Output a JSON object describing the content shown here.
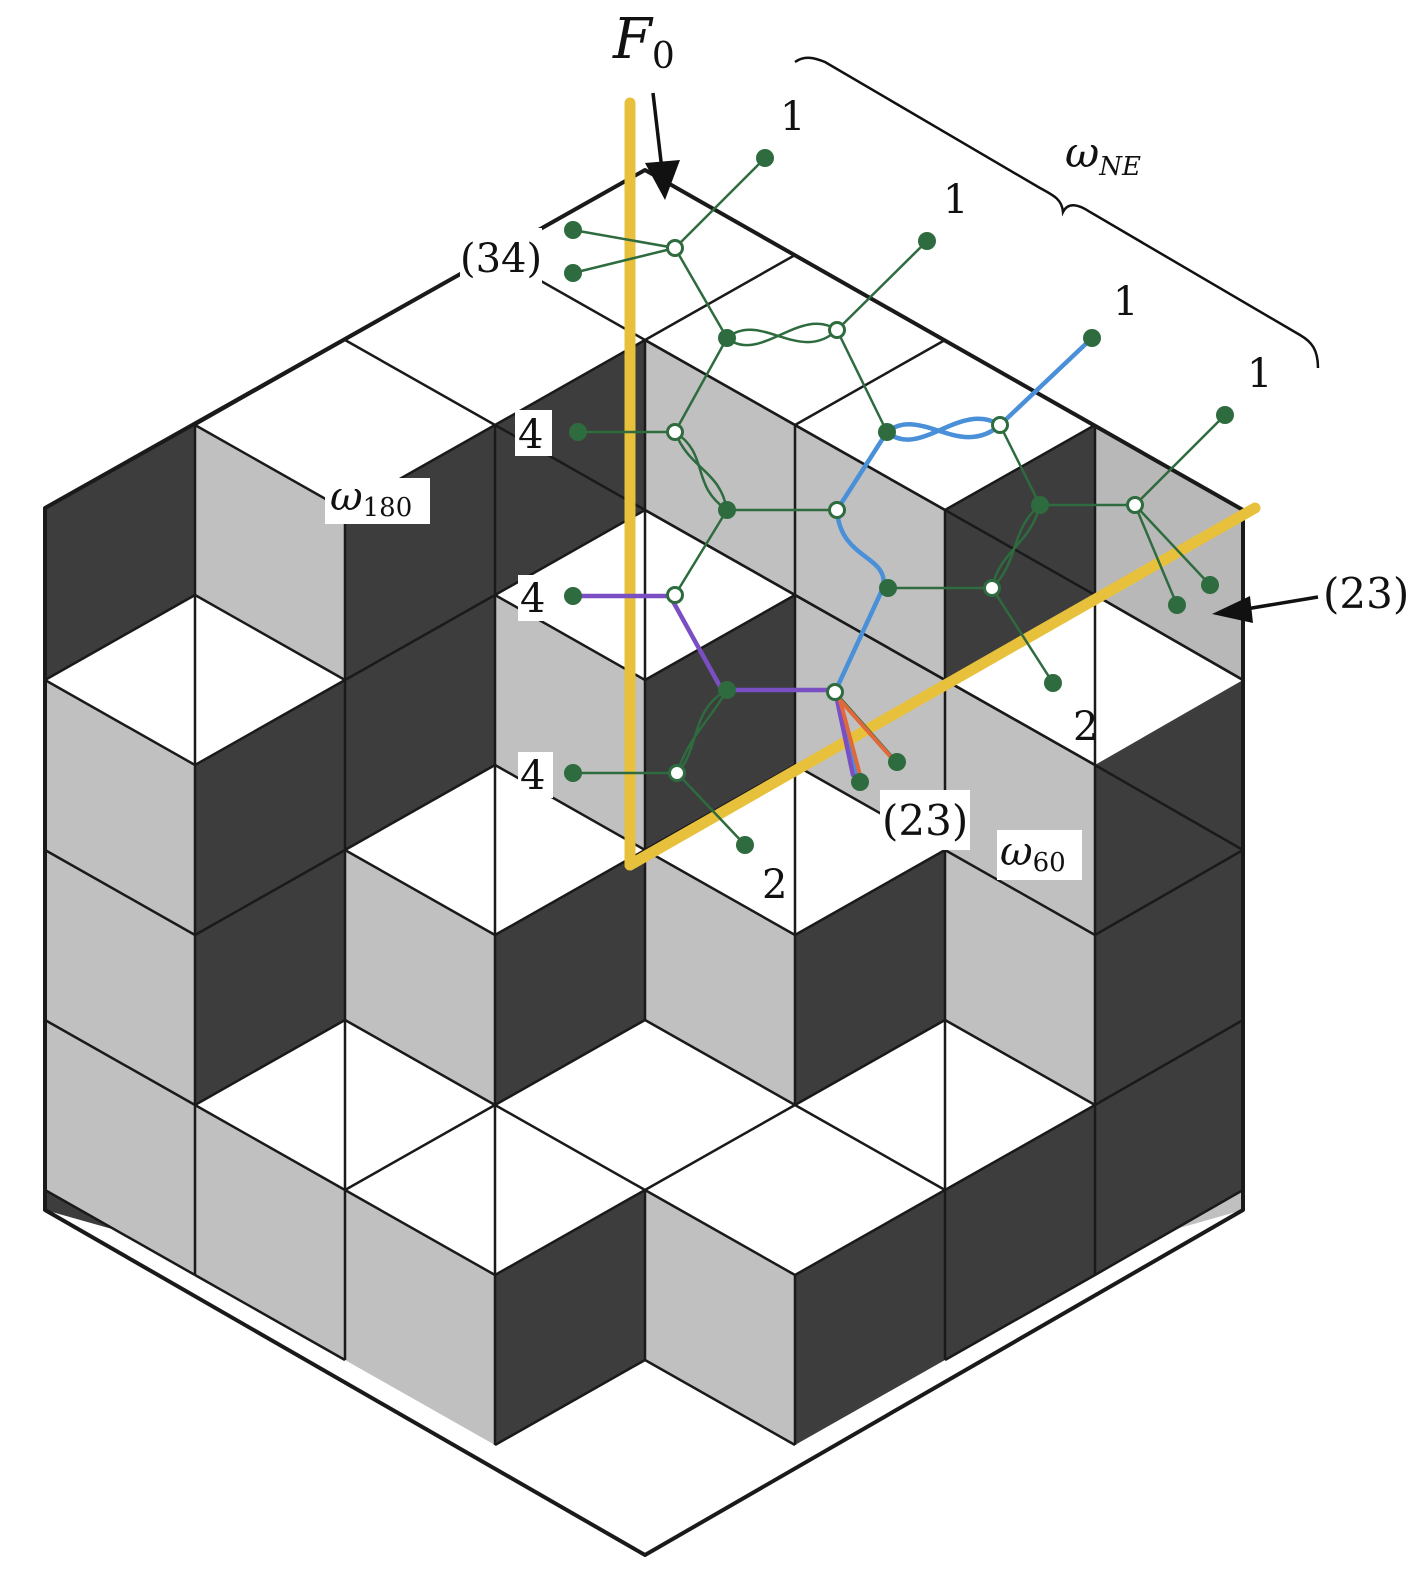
{
  "diagram": {
    "labels": {
      "f0_letter": "F",
      "f0_sub": "0",
      "omega_ne_letter": "ω",
      "omega_ne_sub": "NE",
      "omega_180_letter": "ω",
      "omega_180_sub": "180",
      "omega_60_letter": "ω",
      "omega_60_sub": "60",
      "label_34": "(34)",
      "label_23_bottom": "(23)",
      "label_23_right": "(23)",
      "one_a": "1",
      "one_b": "1",
      "one_c": "1",
      "one_d": "1",
      "two_a": "2",
      "two_b": "2",
      "four_a": "4",
      "four_b": "4",
      "four_c": "4"
    }
  },
  "colors": {
    "top_face": "#ffffff",
    "left_face": "#c0c0c0",
    "right_face": "#3d3d3d",
    "edge": "#1a1a1a",
    "axis": "#e8c13c",
    "network": "#2e6b3e",
    "highlight_blue": "#4a90d9",
    "highlight_purple": "#7b4fc4",
    "highlight_orange": "#e0683a"
  }
}
